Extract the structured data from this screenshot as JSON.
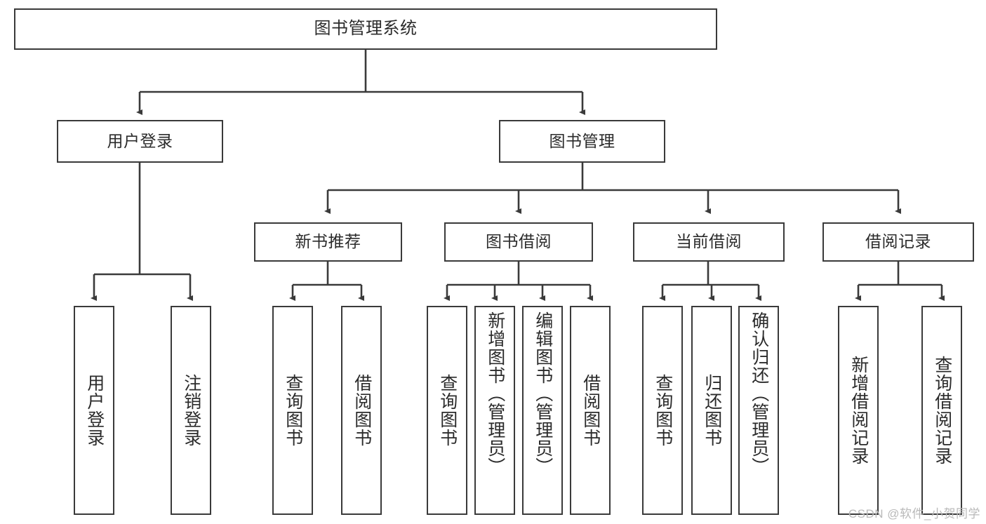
{
  "diagram": {
    "type": "tree-hierarchy",
    "title": "图书管理系统",
    "orientation": "top-down",
    "colors": {
      "box_border": "#3a3a3a",
      "box_fill": "#ffffff",
      "connector": "#3a3a3a",
      "text": "#2b2b2b",
      "watermark": "#b9b9b9"
    }
  },
  "root": {
    "label": "图书管理系统"
  },
  "level2": [
    {
      "label": "用户登录"
    },
    {
      "label": "图书管理"
    }
  ],
  "level3": [
    {
      "label": "新书推荐"
    },
    {
      "label": "图书借阅"
    },
    {
      "label": "当前借阅"
    },
    {
      "label": "借阅记录"
    }
  ],
  "leaves": {
    "user_login": [
      {
        "label": "用户登录"
      },
      {
        "label": "注销登录"
      }
    ],
    "new_book_recommend": [
      {
        "label": "查询图书"
      },
      {
        "label": "借阅图书"
      }
    ],
    "book_borrow": [
      {
        "label": "查询图书"
      },
      {
        "label": "新增图书（管理员）"
      },
      {
        "label": "编辑图书（管理员）"
      },
      {
        "label": "借阅图书"
      }
    ],
    "current_borrow": [
      {
        "label": "查询图书"
      },
      {
        "label": "归还图书"
      },
      {
        "label": "确认归还（管理员）"
      }
    ],
    "borrow_record": [
      {
        "label": "新增借阅记录"
      },
      {
        "label": "查询借阅记录"
      }
    ]
  },
  "watermark": {
    "text": "CSDN @软件_小贺同学"
  }
}
